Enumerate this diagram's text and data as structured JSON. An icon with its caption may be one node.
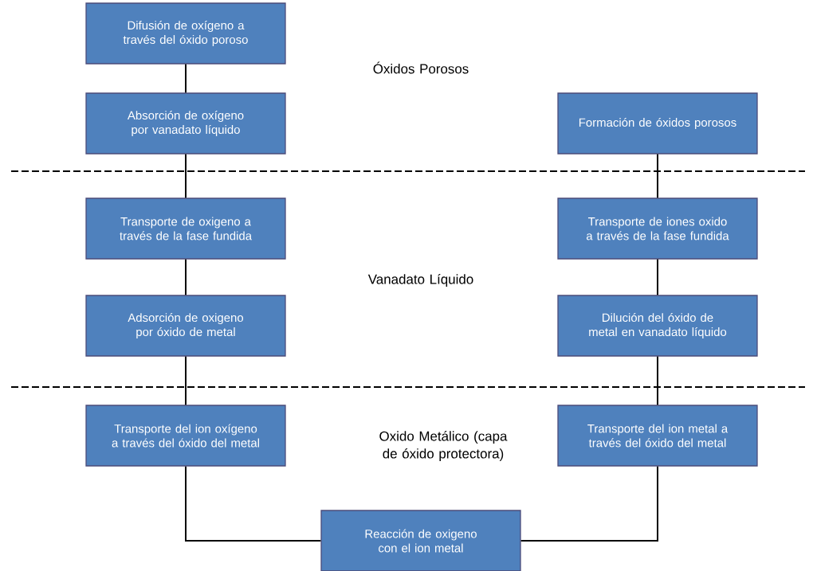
{
  "diagram": {
    "nodes": [
      {
        "text": [
          "Difusión de oxígeno a través del óxido poroso"
        ]
      },
      {
        "text": [
          "Absorción de oxígeno por vanadato líquido"
        ]
      },
      {
        "text": [
          "Formación de óxidos porosos"
        ]
      },
      {
        "text": [
          "Transporte de oxigeno a través de la fase fundida"
        ]
      },
      {
        "text": [
          "Transporte de iones oxido a través de la fase fundida"
        ]
      },
      {
        "text": [
          "Adsorción de oxigeno por óxido de metal"
        ]
      },
      {
        "text": [
          "Dilución del óxido de metal en vanadato líquido"
        ]
      },
      {
        "text": [
          "Transporte del ion oxígeno a través del óxido del metal"
        ]
      },
      {
        "text": [
          "Transporte del ion metal a través del óxido del metal"
        ]
      },
      {
        "text": [
          "Reacción de oxigeno con el ion metal"
        ]
      }
    ],
    "edges": [
      {
        "from": 0,
        "to": 1,
        "arrow": "none"
      },
      {
        "from": 1,
        "to": 3,
        "arrow": "none"
      },
      {
        "from": 3,
        "to": 5,
        "arrow": "none"
      },
      {
        "from": 5,
        "to": 7,
        "arrow": "none"
      },
      {
        "from": 2,
        "to": 4,
        "arrow": "none"
      },
      {
        "from": 4,
        "to": 6,
        "arrow": "none"
      },
      {
        "from": 6,
        "to": 8,
        "arrow": "none"
      },
      {
        "from": 7,
        "to": 9,
        "arrow": "none"
      },
      {
        "from": 8,
        "to": 9,
        "arrow": "none"
      }
    ],
    "labels": [
      "Óxidos Porosos",
      "Vanadato Líquido",
      "Oxido Metálico (capa de óxido protectora)"
    ]
  }
}
